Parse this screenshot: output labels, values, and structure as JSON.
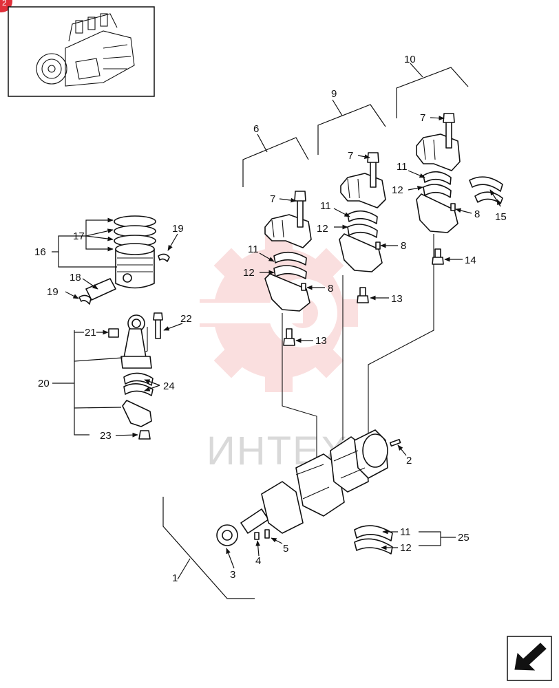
{
  "watermark": {
    "text": "ИНТЕХ",
    "color": "#f6c6c6"
  },
  "corner_badge": {
    "text": "2",
    "color": "#e0303a"
  },
  "nav": {
    "icon": "arrow-down-left-icon"
  },
  "callouts": {
    "c1": "1",
    "c2": "2",
    "c3": "3",
    "c4": "4",
    "c5": "5",
    "c6": "6",
    "c9": "9",
    "c10": "10",
    "c7a": "7",
    "c7b": "7",
    "c7c": "7",
    "c11a": "11",
    "c11b": "11",
    "c11c": "11",
    "c11d": "11",
    "c12a": "12",
    "c12b": "12",
    "c12c": "12",
    "c12d": "12",
    "c8a": "8",
    "c8b": "8",
    "c8c": "8",
    "c13a": "13",
    "c13b": "13",
    "c14": "14",
    "c15": "15",
    "c16": "16",
    "c17": "17",
    "c18": "18",
    "c19a": "19",
    "c19b": "19",
    "c20": "20",
    "c21": "21",
    "c22": "22",
    "c23": "23",
    "c24": "24",
    "c25": "25"
  }
}
